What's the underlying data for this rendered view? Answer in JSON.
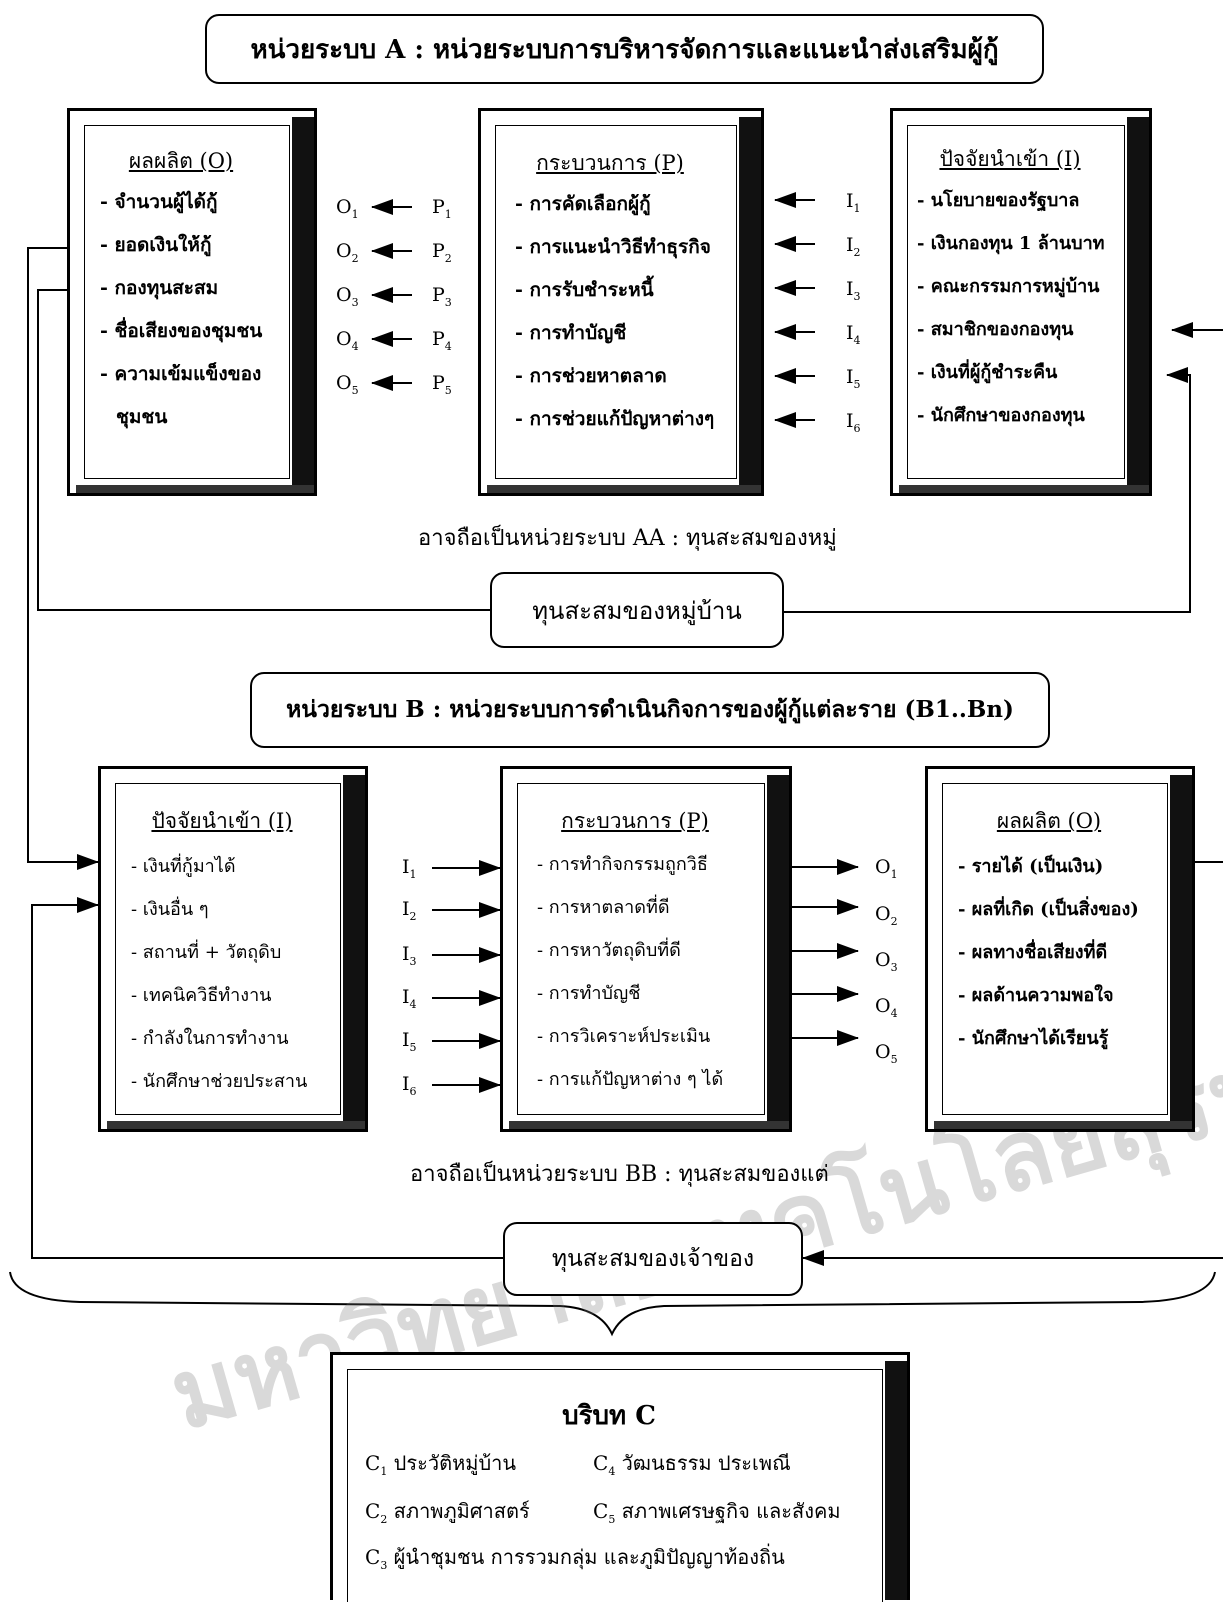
{
  "system_a": {
    "title": "หน่วยระบบ A : หน่วยระบบการบริหารจัดการและแนะนำส่งเสริมผู้กู้",
    "output": {
      "title": "ผลผลิต (O)",
      "items": [
        "- จำนวนผู้ได้กู้",
        "- ยอดเงินให้กู้",
        "- กองทุนสะสม",
        "- ชื่อเสียงของชุมชน",
        "- ความเข้มแข็งของ",
        "ชุมชน"
      ]
    },
    "process": {
      "title": "กระบวนการ (P)",
      "items": [
        "- การคัดเลือกผู้กู้",
        "- การแนะนำวิธีทำธุรกิจ",
        "- การรับชำระหนี้",
        "- การทำบัญชี",
        "- การช่วยหาตลาด",
        "- การช่วยแก้ปัญหาต่างๆ"
      ]
    },
    "input": {
      "title": "ปัจจัยนำเข้า (I)",
      "items": [
        "- นโยบายของรัฐบาล",
        "- เงินกองทุน 1 ล้านบาท",
        "- คณะกรรมการหมู่บ้าน",
        "- สมาชิกของกองทุน",
        "- เงินที่ผู้กู้ชำระคืน",
        "- นักศึกษาของกองทุน"
      ]
    },
    "caption": "อาจถือเป็นหน่วยระบบ AA : ทุนสะสมของหมู่",
    "capital_box": "ทุนสะสมของหมู่บ้าน"
  },
  "system_b": {
    "title": "หน่วยระบบ B : หน่วยระบบการดำเนินกิจการของผู้กู้แต่ละราย (B1..Bn)",
    "input": {
      "title": "ปัจจัยนำเข้า (I)",
      "items": [
        "- เงินที่กู้มาได้",
        "- เงินอื่น ๆ",
        "- สถานที่ + วัตถุดิบ",
        "- เทคนิควิธีทำงาน",
        "- กำลังในการทำงาน",
        "- นักศึกษาช่วยประสาน"
      ]
    },
    "process": {
      "title": "กระบวนการ (P)",
      "items": [
        "- การทำกิจกรรมถูกวิธี",
        "- การหาตลาดที่ดี",
        "- การหาวัตถุดิบที่ดี",
        "- การทำบัญชี",
        "- การวิเคราะห์ประเมิน",
        "- การแก้ปัญหาต่าง ๆ ได้"
      ]
    },
    "output": {
      "title": "ผลผลิต (O)",
      "items": [
        "- รายได้ (เป็นเงิน)",
        "- ผลที่เกิด (เป็นสิ่งของ)",
        "- ผลทางชื่อเสียงที่ดี",
        "- ผลด้านความพอใจ",
        "- นักศึกษาได้เรียนรู้"
      ]
    },
    "caption": "อาจถือเป็นหน่วยระบบ BB : ทุนสะสมของแต่",
    "capital_box": "ทุนสะสมของเจ้าของ"
  },
  "context_c": {
    "title": "บริบท C",
    "c1": "ประวัติหมู่บ้าน",
    "c2": "สภาพภูมิศาสตร์",
    "c3": "ผู้นำชุมชน การรวมกลุ่ม และภูมิปัญญาท้องถิ่น",
    "c4": "วัฒนธรรม ประเพณี",
    "c5": "สภาพเศรษฐกิจ และสังคม"
  },
  "watermark": "มหาวิทยาลัยเทคโนโลยีสุรนารี"
}
